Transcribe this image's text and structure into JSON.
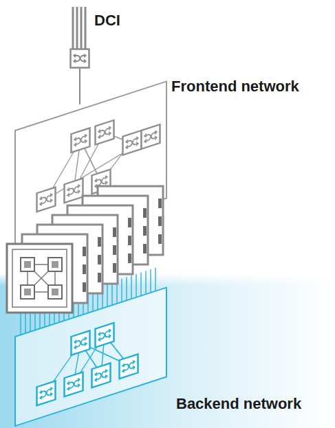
{
  "diagram": {
    "labels": [
      "DCI",
      "Frontend network",
      "Backend network"
    ]
  }
}
